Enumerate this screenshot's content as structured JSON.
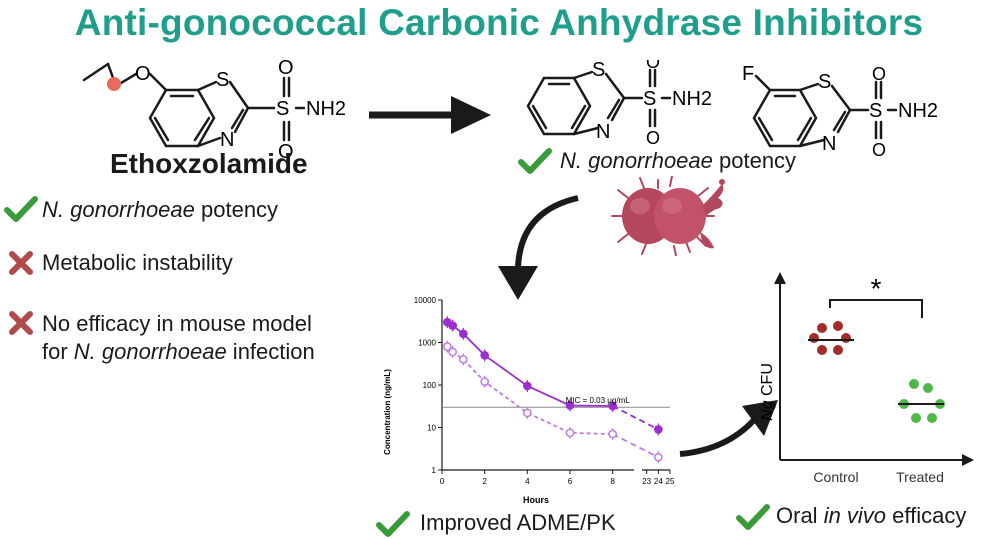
{
  "title": "Anti-gonococcal Carbonic Anhydrase Inhibitors",
  "lead": {
    "name": "Ethoxzolamide",
    "mol": {
      "O": "O",
      "S": "S",
      "N": "N",
      "SO2NH2": "S",
      "NH2": "NH2"
    }
  },
  "pros_cons": [
    {
      "mark": "check",
      "prefix_italic": "N. gonorrhoeae",
      "text": " potency"
    },
    {
      "mark": "cross",
      "text": "Metabolic instability"
    },
    {
      "mark": "cross",
      "text": "No efficacy in mouse model",
      "line2_prefix": "for ",
      "line2_italic": "N. gonorrhoeae",
      "line2_suffix": " infection"
    }
  ],
  "analogs": {
    "check_italic": "N. gonorrhoeae",
    "check_text": " potency",
    "atoms": {
      "S": "S",
      "N": "N",
      "O": "O",
      "NH2": "NH2",
      "F": "F"
    }
  },
  "pk_chart": {
    "footer_label": "Improved ADME/PK",
    "mic_label": "MIC = 0.03 μg/mL"
  },
  "efficacy": {
    "star": "*",
    "footer_label": "Oral",
    "footer_italic": "in vivo",
    "footer_suffix": " efficacy",
    "ylabel_italic": "Ng",
    "ylabel_text": " CFU",
    "groups": [
      "Control",
      "Treated"
    ]
  },
  "colors": {
    "teal": "#1f9e8c",
    "green": "#3a9b3a",
    "red": "#b14a4a",
    "purple": "#9b2fcf",
    "purple_light": "#c07ae0",
    "bacteria": "#b5475d",
    "dot_red": "#a52a2a",
    "dot_green": "#4db848"
  },
  "chart_data": {
    "type": "line",
    "xlabel": "Hours",
    "ylabel": "Concentration (ng/mL)",
    "yscale": "log",
    "ylim": [
      1,
      10000
    ],
    "xticks": [
      "0",
      "2",
      "4",
      "6",
      "8",
      "23",
      "24",
      "25"
    ],
    "yticks": [
      "1",
      "10",
      "100",
      "1000",
      "10000"
    ],
    "mic_line": 30,
    "series": [
      {
        "marker": "filled",
        "x": [
          0.25,
          0.5,
          1,
          2,
          4,
          6,
          8,
          24
        ],
        "y": [
          3000,
          2500,
          1600,
          500,
          95,
          33,
          32,
          9
        ]
      },
      {
        "marker": "open",
        "x": [
          0.25,
          0.5,
          1,
          2,
          4,
          6,
          8,
          24
        ],
        "y": [
          800,
          600,
          400,
          120,
          22,
          7.5,
          7,
          2
        ]
      }
    ]
  }
}
